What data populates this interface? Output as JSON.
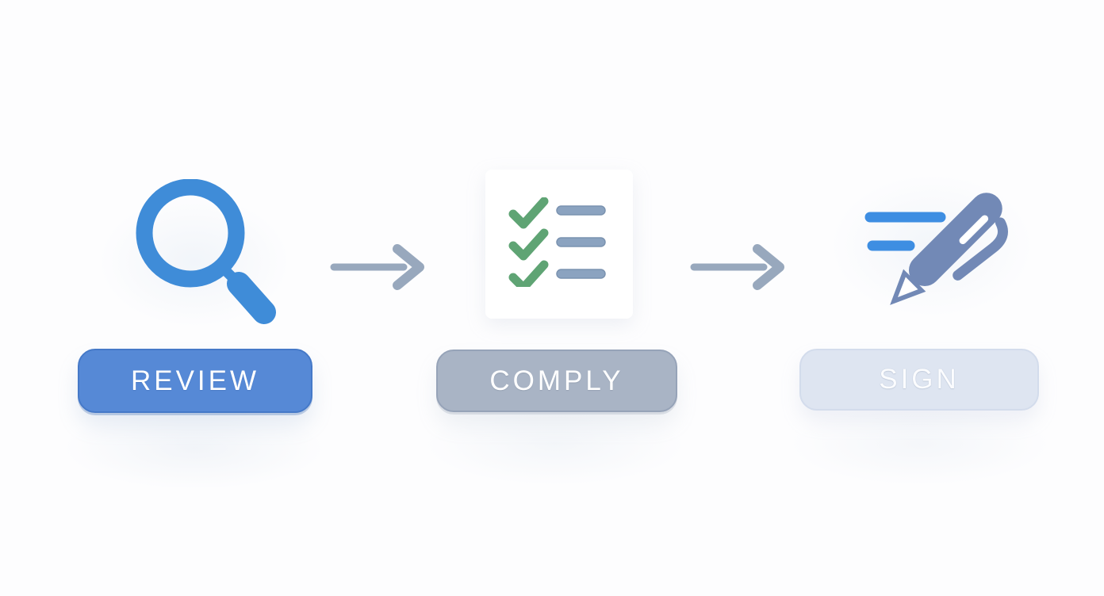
{
  "process": {
    "name": "review-comply-sign-flow",
    "steps": [
      {
        "id": "review",
        "label": "REVIEW",
        "icon": "magnifier-icon"
      },
      {
        "id": "comply",
        "label": "COMPLY",
        "icon": "checklist-icon"
      },
      {
        "id": "sign",
        "label": "SIGN",
        "icon": "pen-signature-icon"
      }
    ],
    "connector_icon": "arrow-right-icon"
  },
  "colors": {
    "page-bg": "#fdfdfe",
    "button-text": "#ffffff",
    "review-btn-bg": "#5689d6",
    "review-btn-border": "#4579c8",
    "magnifier-blue": "#3f8cd8",
    "comply-btn-bg": "#a9b4c5",
    "comply-btn-border": "#96a3b8",
    "check-green": "#5fa474",
    "list-bar-blue": "#8ba3c0",
    "list-bar-border": "#7b93b0",
    "sign-btn-bg": "#dee5f1",
    "sign-btn-border": "#d3dcec",
    "pen-body-blue": "#7289b6",
    "pen-line-blue": "#3e8ee2",
    "arrow-gray": "#98a8bd"
  }
}
